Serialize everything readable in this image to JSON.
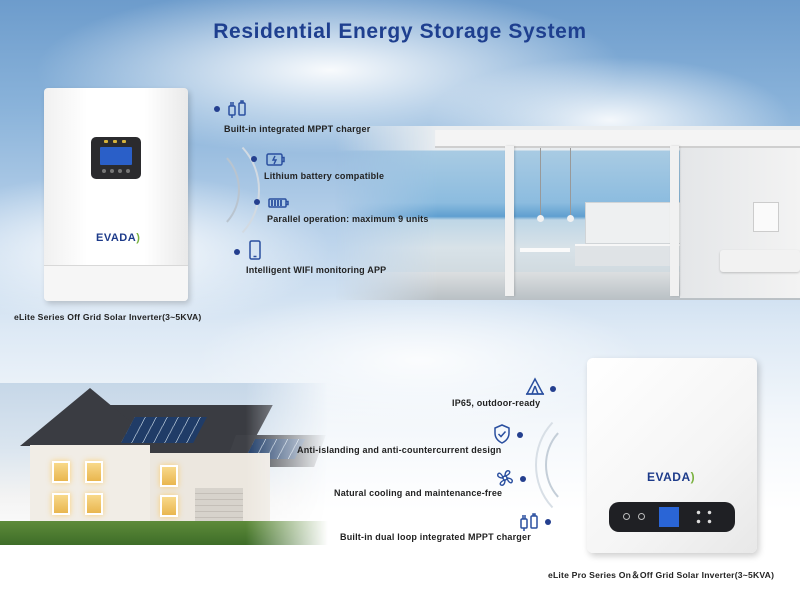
{
  "title": "Residential Energy Storage System",
  "product_top": {
    "brand": "EVADA",
    "caption": "eLite Series Off Grid Solar Inverter(3~5KVA)",
    "features": [
      {
        "icon": "plug-charger-icon",
        "label": "Built-in integrated MPPT charger"
      },
      {
        "icon": "battery-icon",
        "label": "Lithium battery compatible"
      },
      {
        "icon": "battery-parallel-icon",
        "label": "Parallel operation: maximum 9 units"
      },
      {
        "icon": "smartphone-icon",
        "label": "Intelligent WIFI monitoring APP"
      }
    ]
  },
  "product_bottom": {
    "brand": "EVADA",
    "caption": "eLite Pro Series On＆Off Grid Solar Inverter(3~5KVA)",
    "features": [
      {
        "icon": "tent-icon",
        "label": "IP65, outdoor-ready"
      },
      {
        "icon": "shield-check-icon",
        "label": "Anti-islanding and anti-countercurrent design"
      },
      {
        "icon": "cooling-fan-icon",
        "label": "Natural cooling and maintenance-free"
      },
      {
        "icon": "plug-charger-icon",
        "label": "Built-in dual loop integrated MPPT charger"
      }
    ]
  },
  "colors": {
    "title": "#1e3f8f",
    "accent": "#243f8f",
    "brand_swirl": "#7ab23f"
  }
}
